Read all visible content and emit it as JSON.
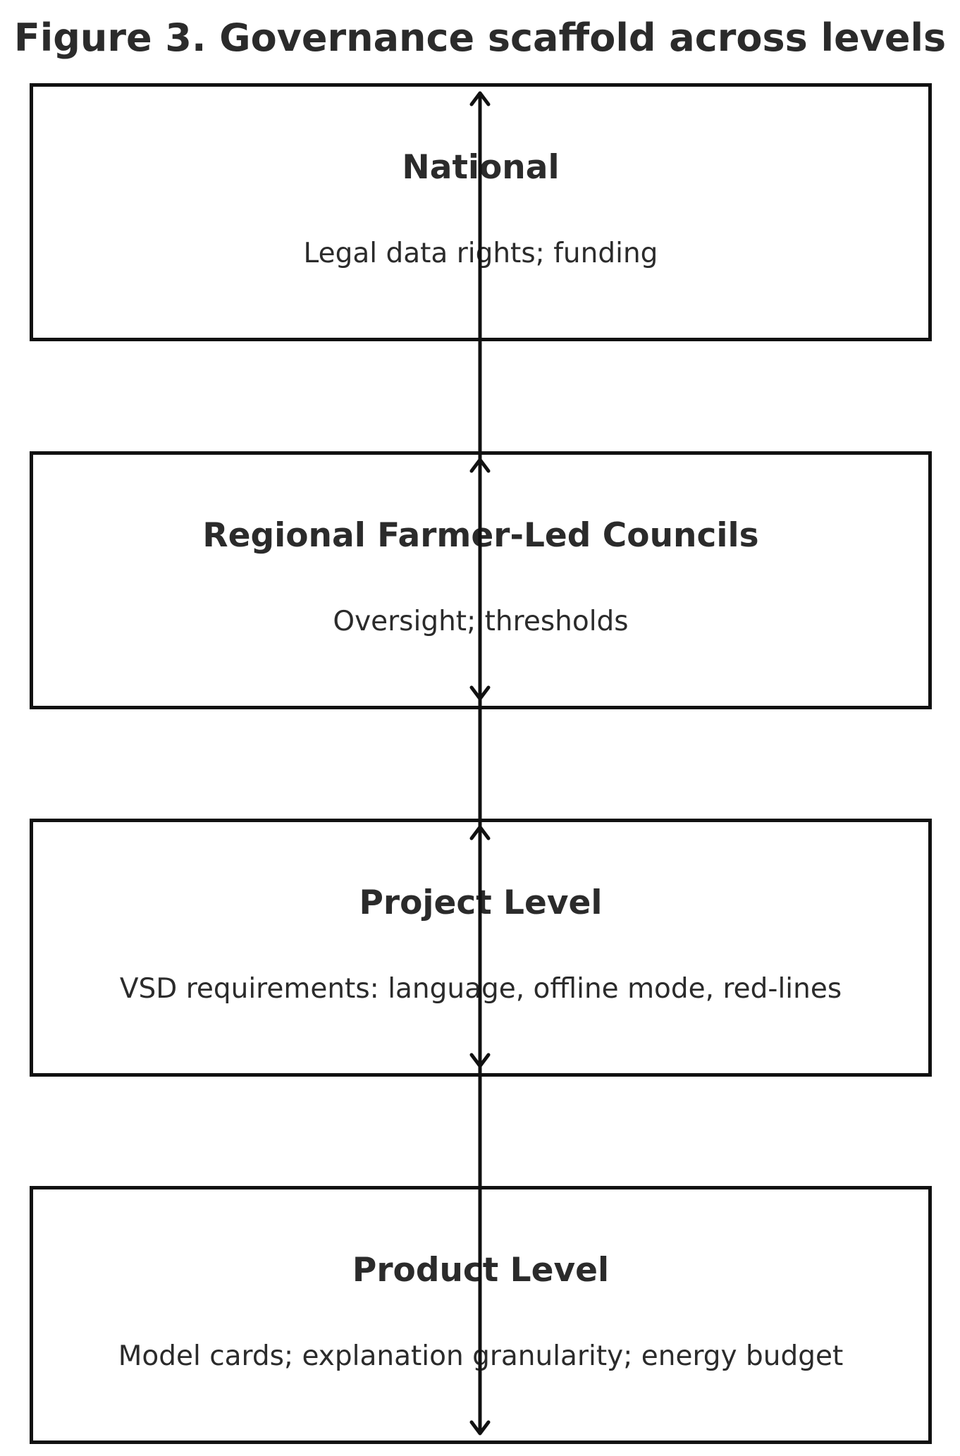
{
  "figure": {
    "title": "Figure 3. Governance scaffold across levels"
  },
  "levels": [
    {
      "name": "National",
      "description": "Legal data rights; funding"
    },
    {
      "name": "Regional Farmer-Led Councils",
      "description": "Oversight; thresholds"
    },
    {
      "name": "Project Level",
      "description": "VSD requirements: language, offline mode, red-lines"
    },
    {
      "name": "Product Level",
      "description": "Model cards; explanation granularity; energy budget"
    }
  ],
  "connectors": [
    {
      "from": "Regional Farmer-Led Councils",
      "to": "National",
      "direction": "up"
    },
    {
      "from": "National",
      "to": "Regional Farmer-Led Councils",
      "direction": "down"
    },
    {
      "from": "Project Level",
      "to": "Regional Farmer-Led Councils",
      "direction": "up"
    },
    {
      "from": "Regional Farmer-Led Councils",
      "to": "Project Level",
      "direction": "down"
    },
    {
      "from": "Product Level",
      "to": "Project Level",
      "direction": "up"
    },
    {
      "from": "Project Level",
      "to": "Product Level",
      "direction": "down"
    }
  ],
  "colors": {
    "box_border": "#111111",
    "text": "#2b2b2b",
    "arrow": "#111111",
    "background": "#ffffff"
  }
}
